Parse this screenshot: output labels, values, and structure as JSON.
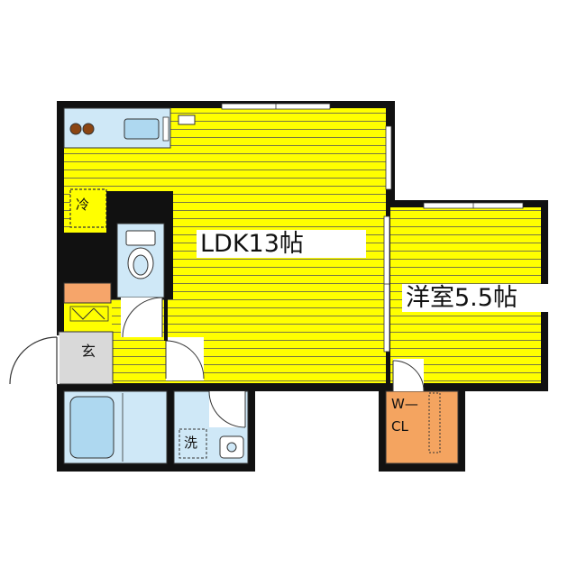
{
  "rooms": {
    "ldk": "LDK13帖",
    "western": "洋室5.5帖",
    "walk_in_closet_line1": "W—",
    "walk_in_closet_line2": "CL",
    "entrance": "玄",
    "fridge_space": "冷",
    "washer_space": "洗"
  },
  "colors": {
    "floor_yellow": "#ffff00",
    "wall_black": "#111111",
    "wet_area_blue": "#cfe8f7",
    "closet_orange": "#f4a460",
    "entrance_gray": "#d9d9d9",
    "shoe_cabinet_orange": "#f6a56a"
  }
}
